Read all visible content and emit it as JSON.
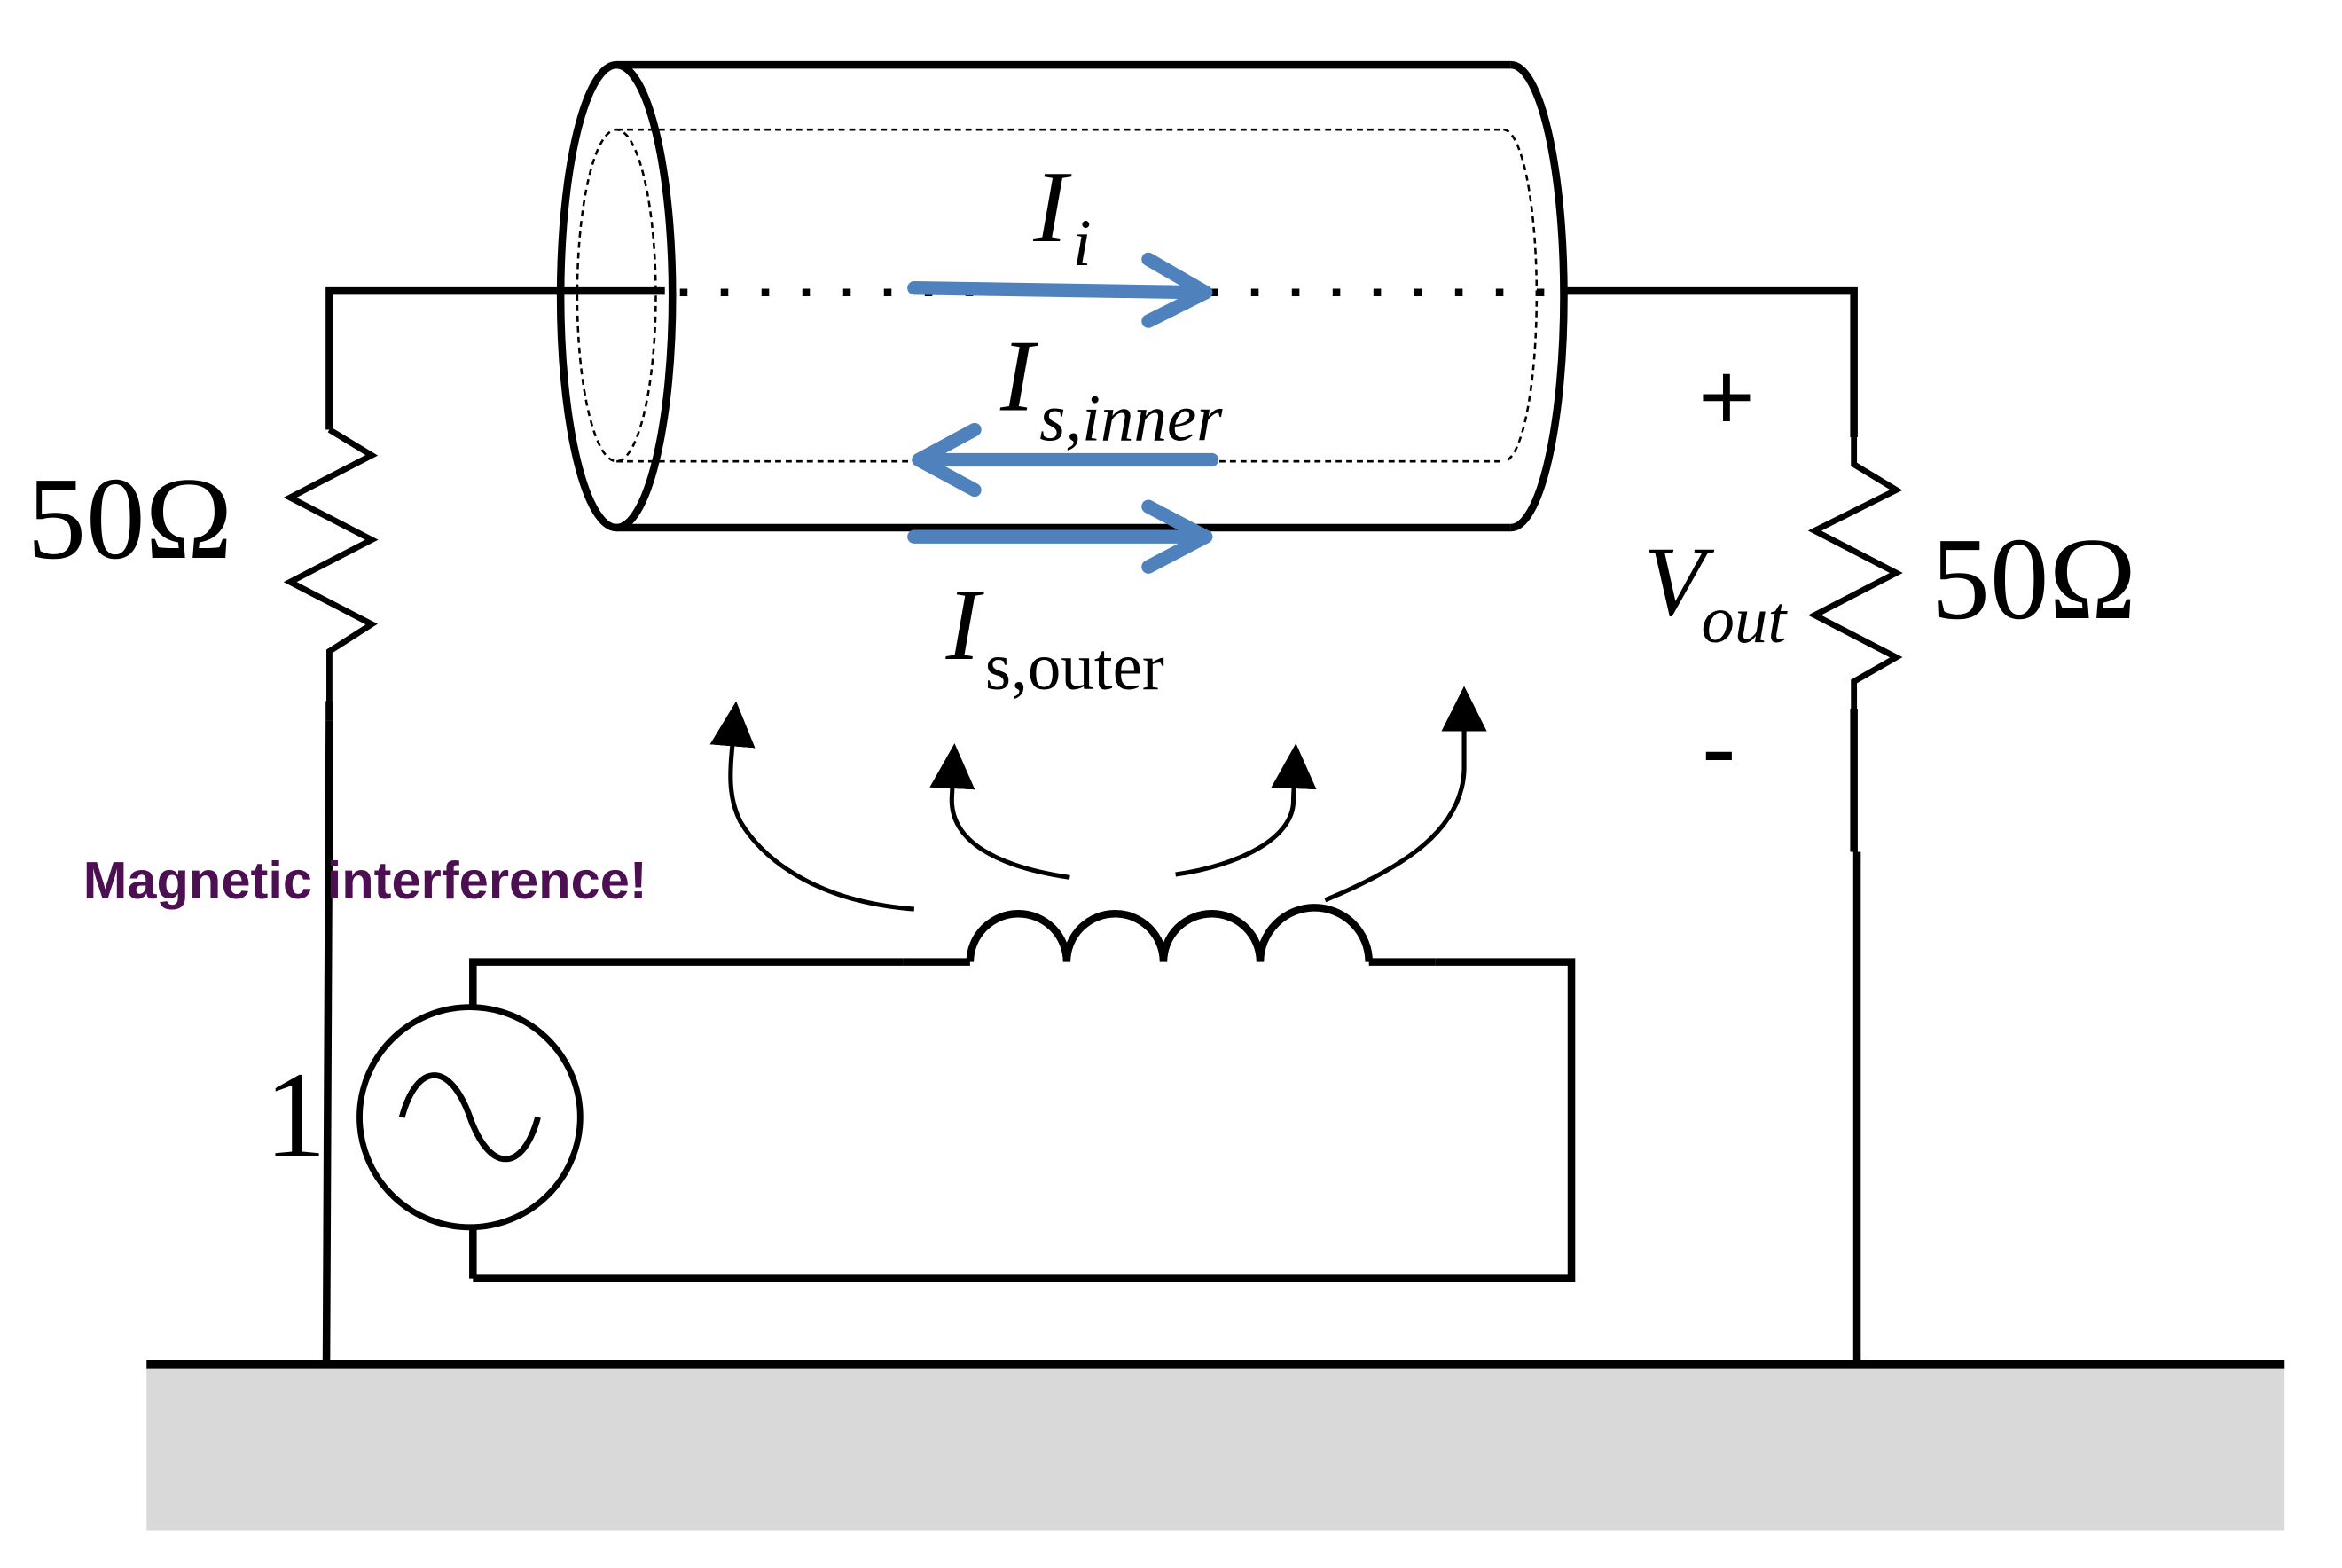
{
  "labels": {
    "r_left": "50Ω",
    "r_right": "50Ω",
    "ii_main": "I",
    "ii_sub": "i",
    "is_inner_main": "I",
    "is_inner_sub": "s,inner",
    "is_outer_main": "I",
    "is_outer_sub": "s,outer",
    "vout_main": "V",
    "vout_sub": "out",
    "plus": "+",
    "minus": "-",
    "source_value": "1",
    "interference": "Magnetic interference!"
  },
  "colors": {
    "wire": "#000000",
    "current_arrow": "#4f81bd",
    "interference_text": "#4b0f52",
    "ground_fill": "#d9d9d9"
  }
}
